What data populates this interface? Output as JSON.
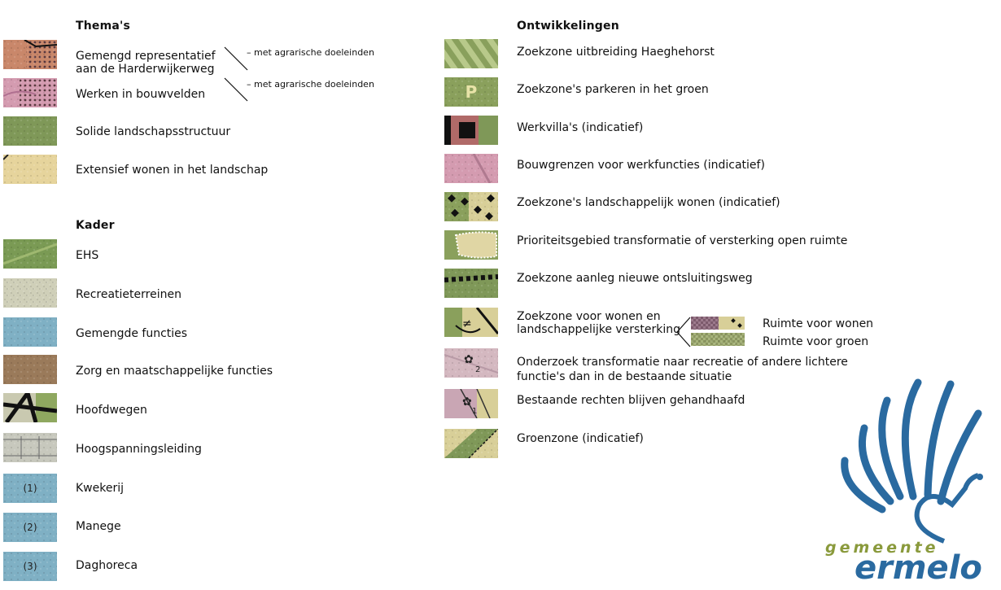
{
  "themas": {
    "heading": "Thema's",
    "items": [
      {
        "label": "Gemengd representatief\naan de Harderwijkerweg",
        "note": "– met agrarische doeleinden"
      },
      {
        "label": "Werken in bouwvelden",
        "note": "– met agrarische doeleinden"
      },
      {
        "label": "Solide landschapsstructuur"
      },
      {
        "label": "Extensief wonen in het landschap"
      }
    ]
  },
  "kader": {
    "heading": "Kader",
    "items": [
      {
        "label": "EHS"
      },
      {
        "label": "Recreatieterreinen"
      },
      {
        "label": "Gemengde functies"
      },
      {
        "label": "Zorg en maatschappelijke functies"
      },
      {
        "label": "Hoofdwegen"
      },
      {
        "label": "Hoogspanningsleiding"
      },
      {
        "label": "Kwekerij",
        "marker": "(1)"
      },
      {
        "label": "Manege",
        "marker": "(2)"
      },
      {
        "label": "Daghoreca",
        "marker": "(3)"
      }
    ]
  },
  "ontwikkelingen": {
    "heading": "Ontwikkelingen",
    "items": [
      {
        "label": "Zoekzone uitbreiding Haeghehorst"
      },
      {
        "label": "Zoekzone's parkeren in het groen",
        "marker": "P"
      },
      {
        "label": "Werkvilla's (indicatief)"
      },
      {
        "label": "Bouwgrenzen voor werkfuncties (indicatief)"
      },
      {
        "label": "Zoekzone's landschappelijk wonen (indicatief)"
      },
      {
        "label": "Prioriteitsgebied transformatie of versterking open ruimte"
      },
      {
        "label": "Zoekzone aanleg nieuwe ontsluitingsweg"
      },
      {
        "label": "Zoekzone voor wonen en\nlandschappelijke versterking",
        "sub": [
          "Ruimte voor wonen",
          "Ruimte voor groen"
        ]
      },
      {
        "label": "Onderzoek transformatie naar recreatie of andere lichtere\nfunctie's dan in de bestaande situatie",
        "marker": "2"
      },
      {
        "label": "Bestaande rechten blijven gehandhaafd",
        "marker": "1"
      },
      {
        "label": "Groenzone (indicatief)"
      }
    ]
  },
  "logo": {
    "line1": "gemeente",
    "line2": "ermelo"
  },
  "colors": {
    "salmon": "#c9876a",
    "pink": "#d49bb0",
    "green": "#7f9858",
    "cream": "#e6d49c",
    "teal": "#7fb0c4",
    "brown": "#9a7a5a",
    "grey": "#c7c8bd",
    "logo_green": "#8a9a3c",
    "logo_blue": "#2a6aa0"
  }
}
